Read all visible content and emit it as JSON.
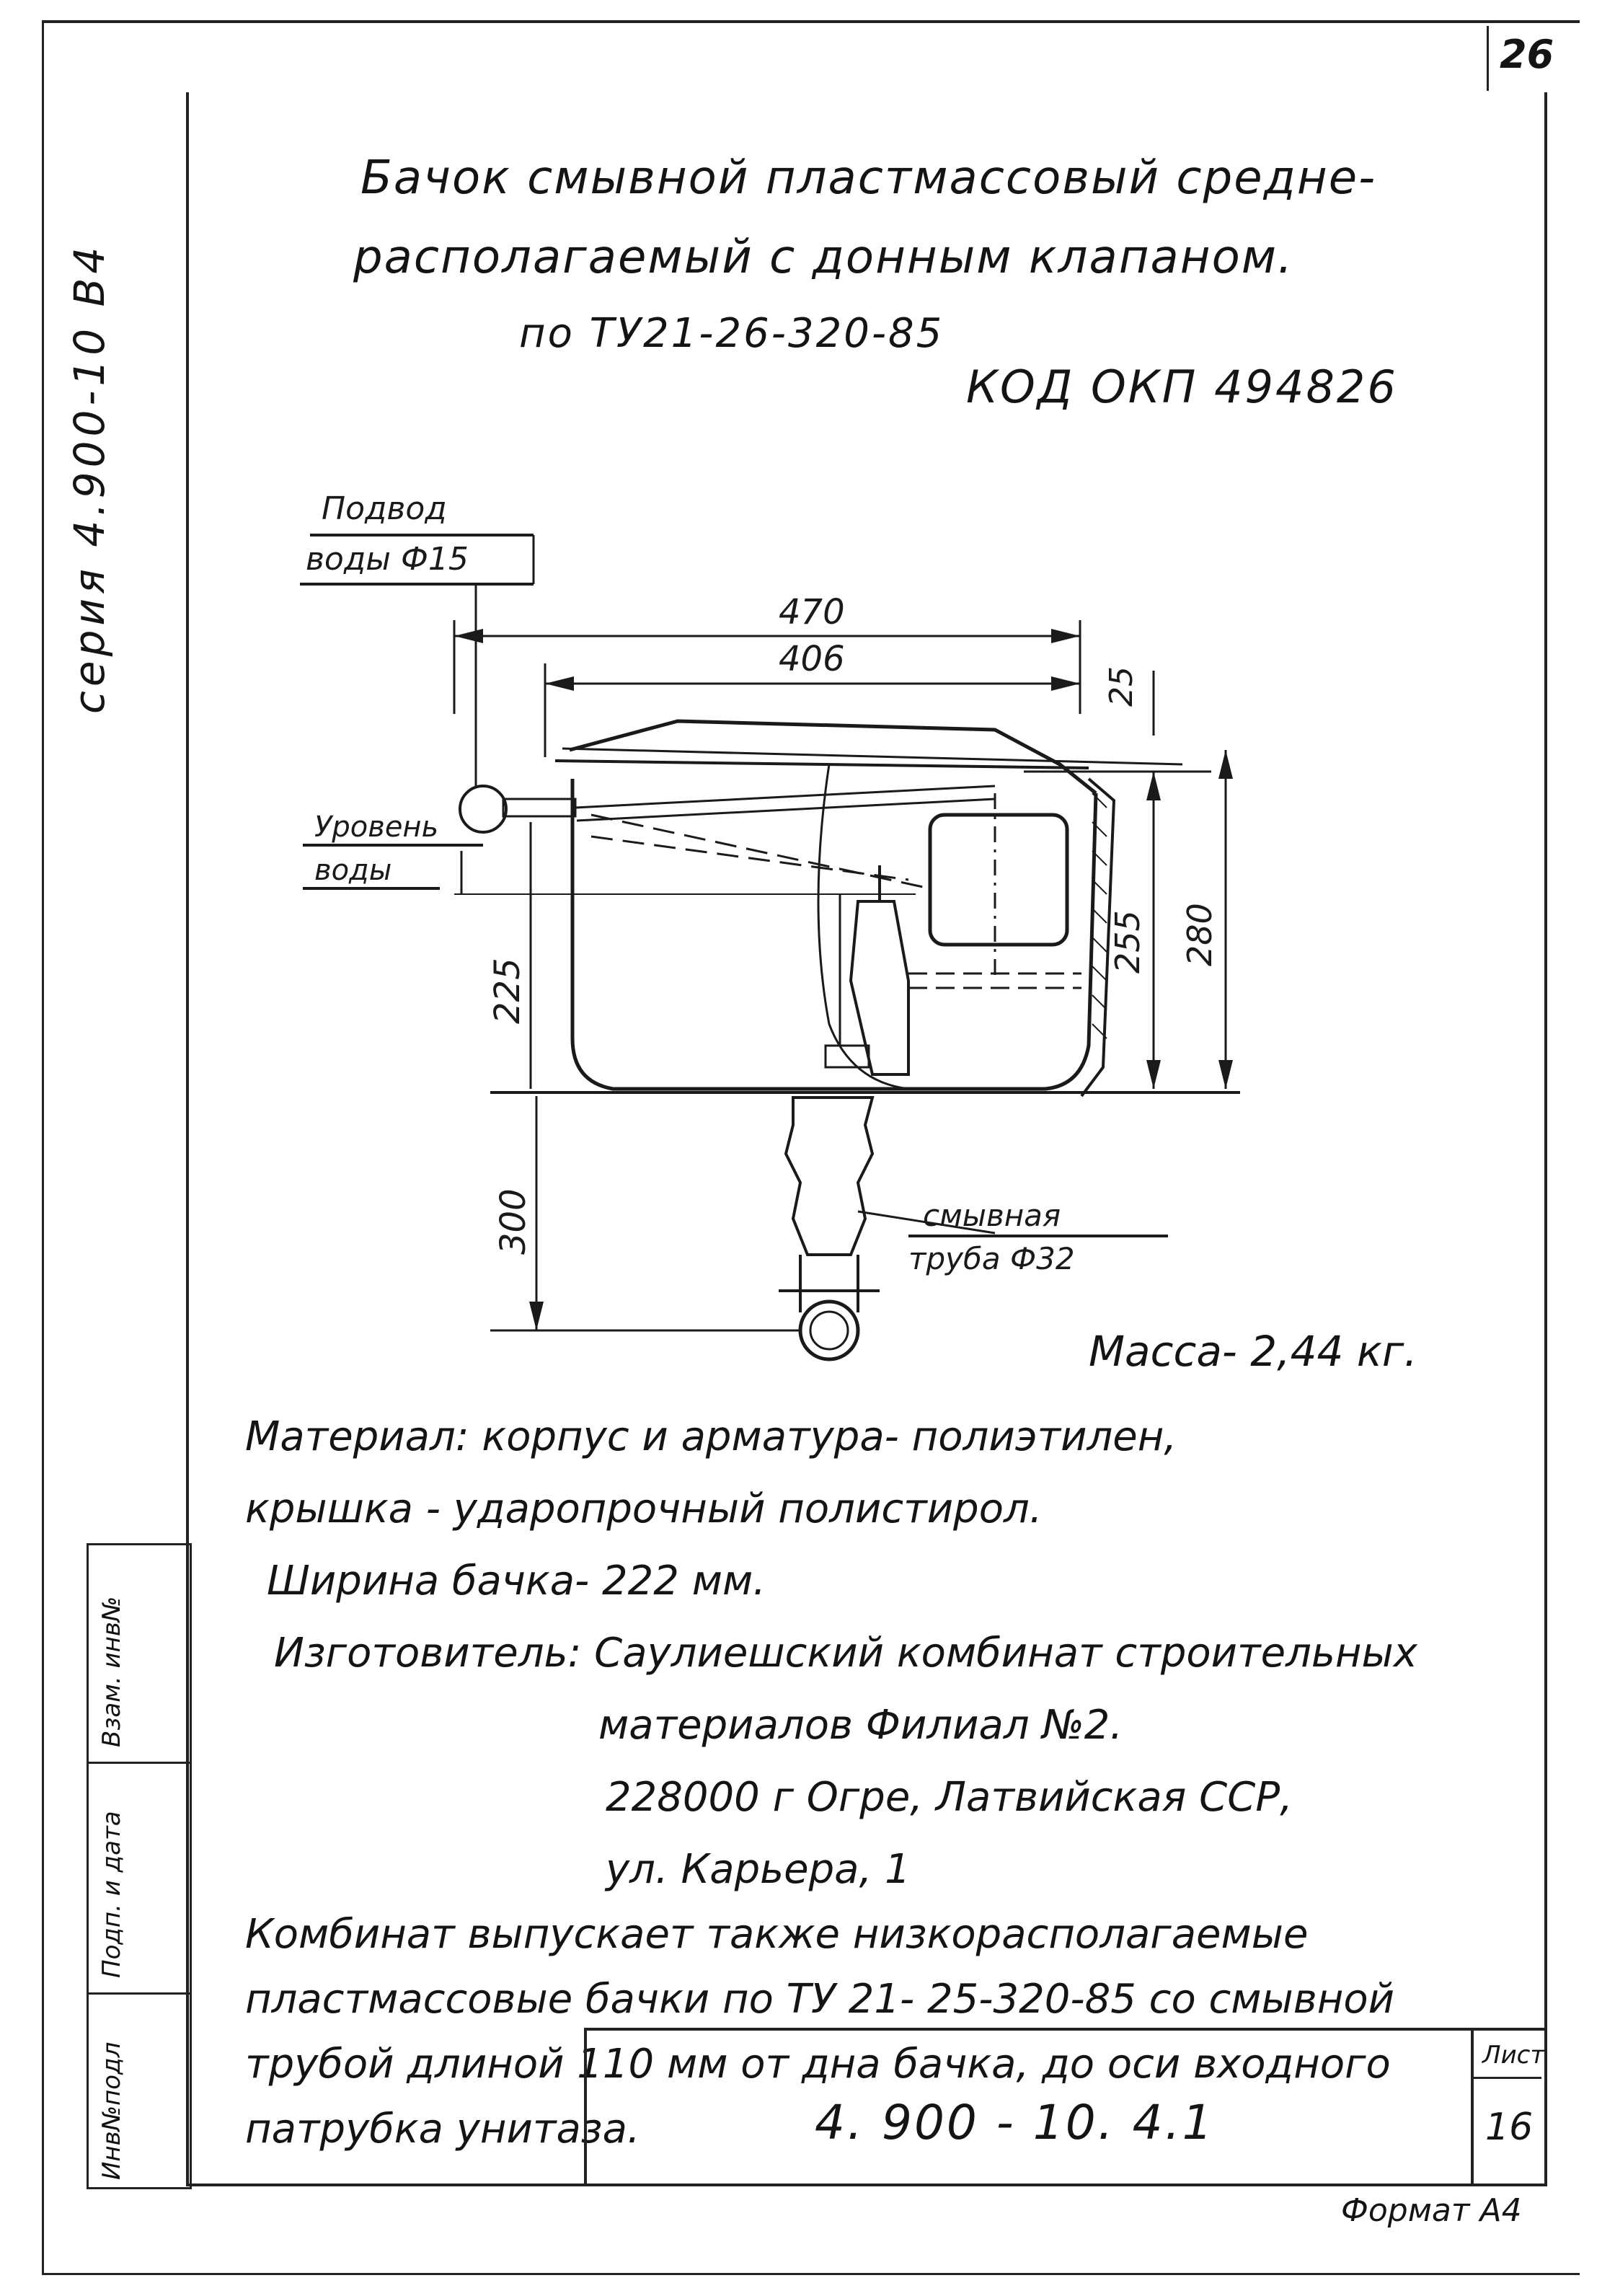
{
  "page_number": "26",
  "series": "серия 4.900-10 В4",
  "title": {
    "line1": "Бачок смывной пластмассовый средне-",
    "line2": "располагаемый с донным клапаном.",
    "line3": "по ТУ21-26-320-85"
  },
  "okp_code": "КОД ОКП 494826",
  "drawing": {
    "supply_label_1": "Подвод",
    "supply_label_2": "воды Ф15",
    "level_label_1": "Уровень",
    "level_label_2": "воды",
    "dim_470": "470",
    "dim_406": "406",
    "dim_25": "25",
    "dim_255": "255",
    "dim_280": "280",
    "dim_225": "225",
    "dim_300": "300",
    "flush_pipe_1": "смывная",
    "flush_pipe_2": "труба Ф32"
  },
  "mass": "Масса- 2,44 кг.",
  "spec": {
    "material_1": "Материал: корпус и арматура- полиэтилен,",
    "material_2": "крышка - ударопрочный полистирол.",
    "width": "Ширина бачка- 222 мм.",
    "maker_1": "Изготовитель: Саулиешский комбинат строительных",
    "maker_2": "материалов Филиал №2.",
    "maker_3": "228000 г Огре, Латвийская ССР,",
    "maker_4": "ул. Карьера, 1",
    "note_1": "Комбинат выпускает также низкорасполагаемые",
    "note_2": "пластмассовые бачки по ТУ 21- 25-320-85 со смывной",
    "note_3": "трубой длиной 110 мм от дна бачка, до оси входного",
    "note_4": "патрубка унитаза."
  },
  "stamp": {
    "inv_podl": "Инв№подл",
    "podp_data": "Подп. и дата",
    "vzam_inv": "Взам. инв№"
  },
  "title_block": {
    "doc_number": "4. 900 - 10. 4.1",
    "sheet_label": "Лист",
    "sheet_number": "16"
  },
  "format": "Формат А4"
}
